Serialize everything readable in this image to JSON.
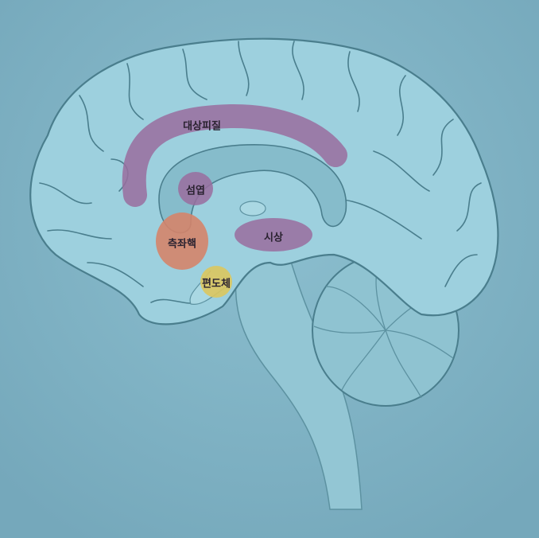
{
  "regions": {
    "cingulate": {
      "label": "대상피질",
      "color": "#9a6d9f"
    },
    "insula": {
      "label": "섬엽",
      "color": "#9a6d9f"
    },
    "accumbens": {
      "label": "측좌핵",
      "color": "#d5846a"
    },
    "thalamus": {
      "label": "시상",
      "color": "#9a6d9f"
    },
    "amygdala": {
      "label": "편도체",
      "color": "#dcc75e"
    }
  },
  "colors": {
    "background": "#7fb1c3",
    "brain": "#9dd0de",
    "outline": "#4a7e8d"
  }
}
